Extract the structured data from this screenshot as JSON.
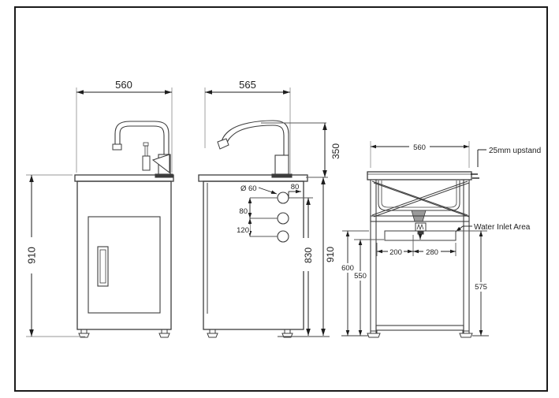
{
  "drawing": {
    "front_view": {
      "width": "560",
      "height": "910"
    },
    "side_view": {
      "width": "565",
      "spout_height": "350",
      "hole_diameter": "Ø 60",
      "hole_edge_offset": "80",
      "hole_spacing_a": "80",
      "hole_spacing_b": "120",
      "body_height": "830",
      "overall_height": "910"
    },
    "frame_view": {
      "width": "560",
      "upstand_note": "25mm upstand",
      "water_inlet_note": "Water Inlet Area",
      "inlet_offset_left": "200",
      "inlet_offset_right": "280",
      "underside_height": "600",
      "inlet_height": "550",
      "leg_height": "575"
    },
    "colors": {
      "line": "#3c3c3c",
      "dimension": "#1e1e1e",
      "extension": "#979797",
      "background": "#ffffff"
    }
  }
}
